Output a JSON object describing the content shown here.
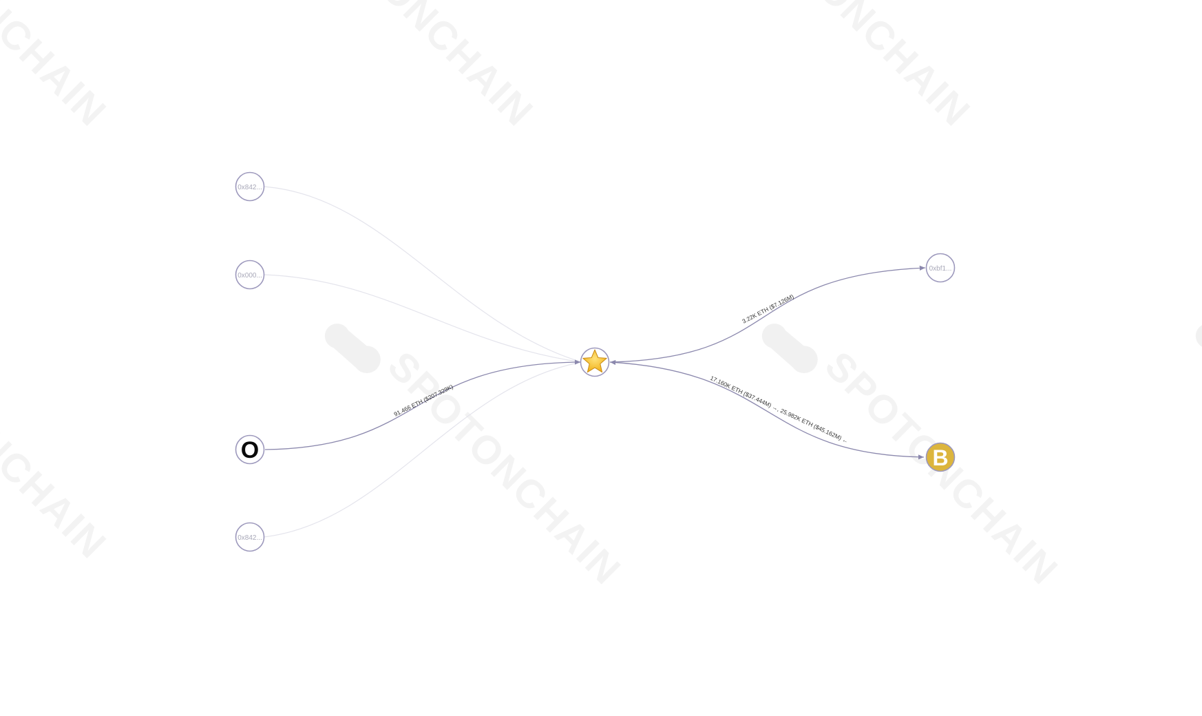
{
  "watermark": {
    "text": "SPOTONCHAIN",
    "fragment": "ONCHAIN"
  },
  "colors": {
    "edge_active": "#8b88ad",
    "edge_faded": "#e4e4ec",
    "node_stroke": "#9c98bc",
    "binance_fill": "#dcb53d",
    "star_fill": "#f6c22b"
  },
  "nodes": {
    "center": {
      "icon": "star-icon"
    },
    "left_top": {
      "label": "0x842..."
    },
    "left_mid": {
      "label": "0x000..."
    },
    "left_o": {
      "glyph": "O",
      "icon": "o-logo-icon"
    },
    "left_bottom": {
      "label": "0x842..."
    },
    "right_top": {
      "label": "0xbf1..."
    },
    "right_b": {
      "glyph": "B",
      "icon": "binance-logo-icon"
    }
  },
  "edges": {
    "o_to_center": {
      "label": "91.466 ETH ($207.329K)"
    },
    "center_to_bf1": {
      "label": "3.22K ETH ($7.126M)"
    },
    "center_binance": {
      "label": "17.160K ETH ($37.444M) →, 25.982K ETH ($45.162M) ←"
    }
  }
}
